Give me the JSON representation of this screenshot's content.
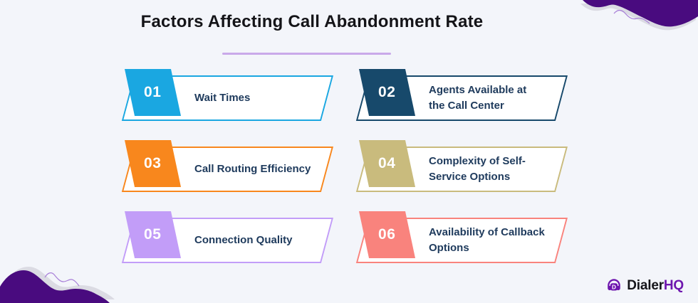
{
  "title": {
    "text": "Factors Affecting Call Abandonment Rate"
  },
  "items": [
    {
      "number": "01",
      "label": "Wait Times",
      "color": "#1AA7E1"
    },
    {
      "number": "02",
      "label": "Agents Available at\nthe Call Center",
      "color": "#17496B"
    },
    {
      "number": "03",
      "label": "Call Routing Efficiency",
      "color": "#F8871D"
    },
    {
      "number": "04",
      "label": "Complexity of Self-\nService Options",
      "color": "#C9BB7D"
    },
    {
      "number": "05",
      "label": "Connection Quality",
      "color": "#C29DF8"
    },
    {
      "number": "06",
      "label": "Availability of Callback\nOptions",
      "color": "#F9837D"
    }
  ],
  "logo": {
    "brand_dark": "Dialer",
    "brand_accent": "HQ",
    "icon": "headset-chat-bubble-icon"
  },
  "colors": {
    "background": "#F3F5FA",
    "title": "#141418",
    "label": "#1E3A5C",
    "underline": "#C9A9E9",
    "blob": "#490B7F",
    "blob-shadow": "#DBDBE3",
    "squiggle": "#A87FD8",
    "logo-dark": "#15151A",
    "logo-accent": "#6E16AE"
  }
}
